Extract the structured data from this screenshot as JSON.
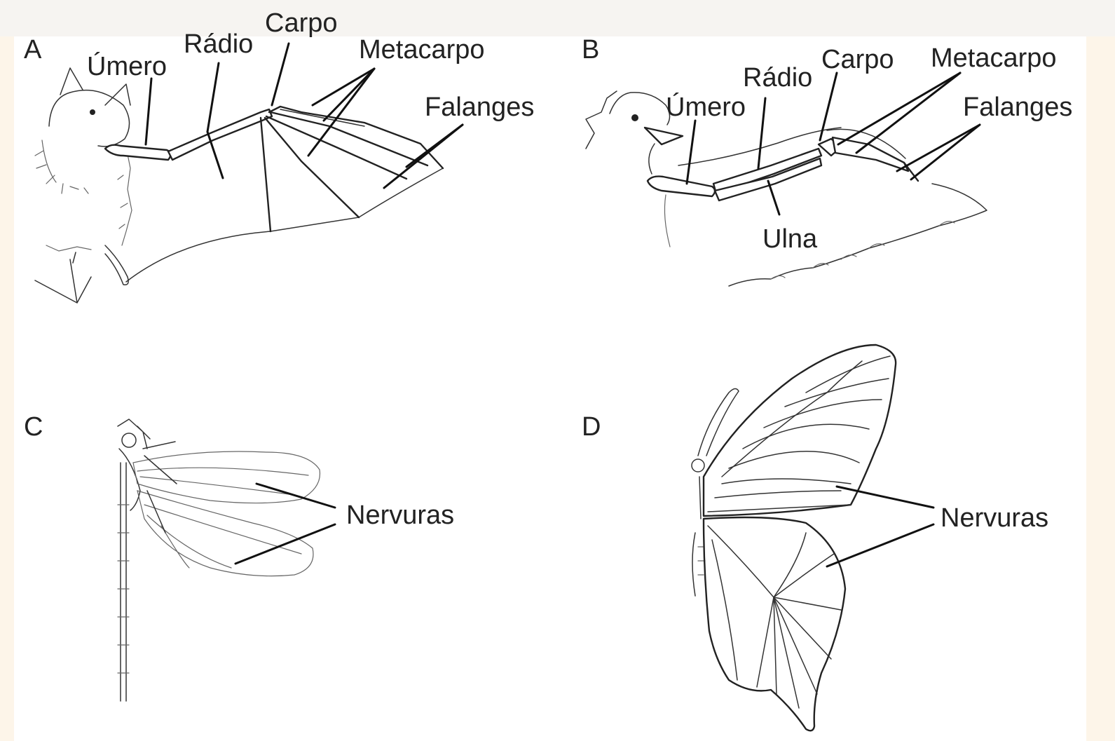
{
  "panels": {
    "a": {
      "letter": "A",
      "labels": {
        "humerus": "Úmero",
        "radius": "Rádio",
        "carpus": "Carpo",
        "metacarpus": "Metacarpo",
        "phalanges": "Falanges"
      }
    },
    "b": {
      "letter": "B",
      "labels": {
        "humerus": "Úmero",
        "radius": "Rádio",
        "carpus": "Carpo",
        "metacarpus": "Metacarpo",
        "phalanges": "Falanges",
        "ulna": "Ulna"
      }
    },
    "c": {
      "letter": "C",
      "labels": {
        "veins": "Nervuras"
      }
    },
    "d": {
      "letter": "D",
      "labels": {
        "veins": "Nervuras"
      }
    }
  }
}
